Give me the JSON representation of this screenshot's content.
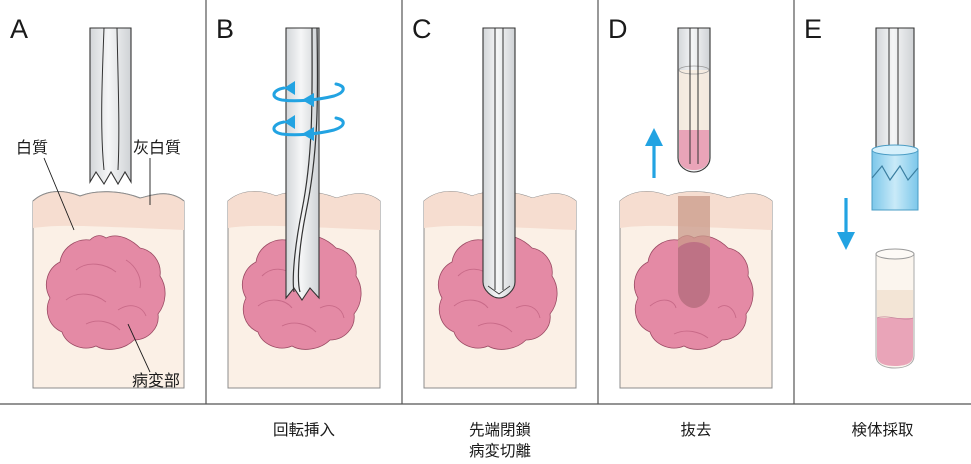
{
  "panels": [
    {
      "letter": "A",
      "caption": []
    },
    {
      "letter": "B",
      "caption": [
        "回転挿入"
      ]
    },
    {
      "letter": "C",
      "caption": [
        "先端閉鎖",
        "病変切離"
      ]
    },
    {
      "letter": "D",
      "caption": [
        "抜去"
      ]
    },
    {
      "letter": "E",
      "caption": [
        "検体採取"
      ]
    }
  ],
  "labels": {
    "white_matter": "白質",
    "gray_matter": "灰白質",
    "lesion": "病変部"
  },
  "colors": {
    "tissue_outer": "#fbf0e6",
    "tissue_band": "#f6ddd0",
    "lesion": "#e48aa5",
    "lesion_dark": "#cf6b8b",
    "needle": "#e8eaec",
    "arrow": "#22a3e2",
    "sample_pink": "#e9a4b8",
    "sample_cream": "#f8ecdf"
  }
}
